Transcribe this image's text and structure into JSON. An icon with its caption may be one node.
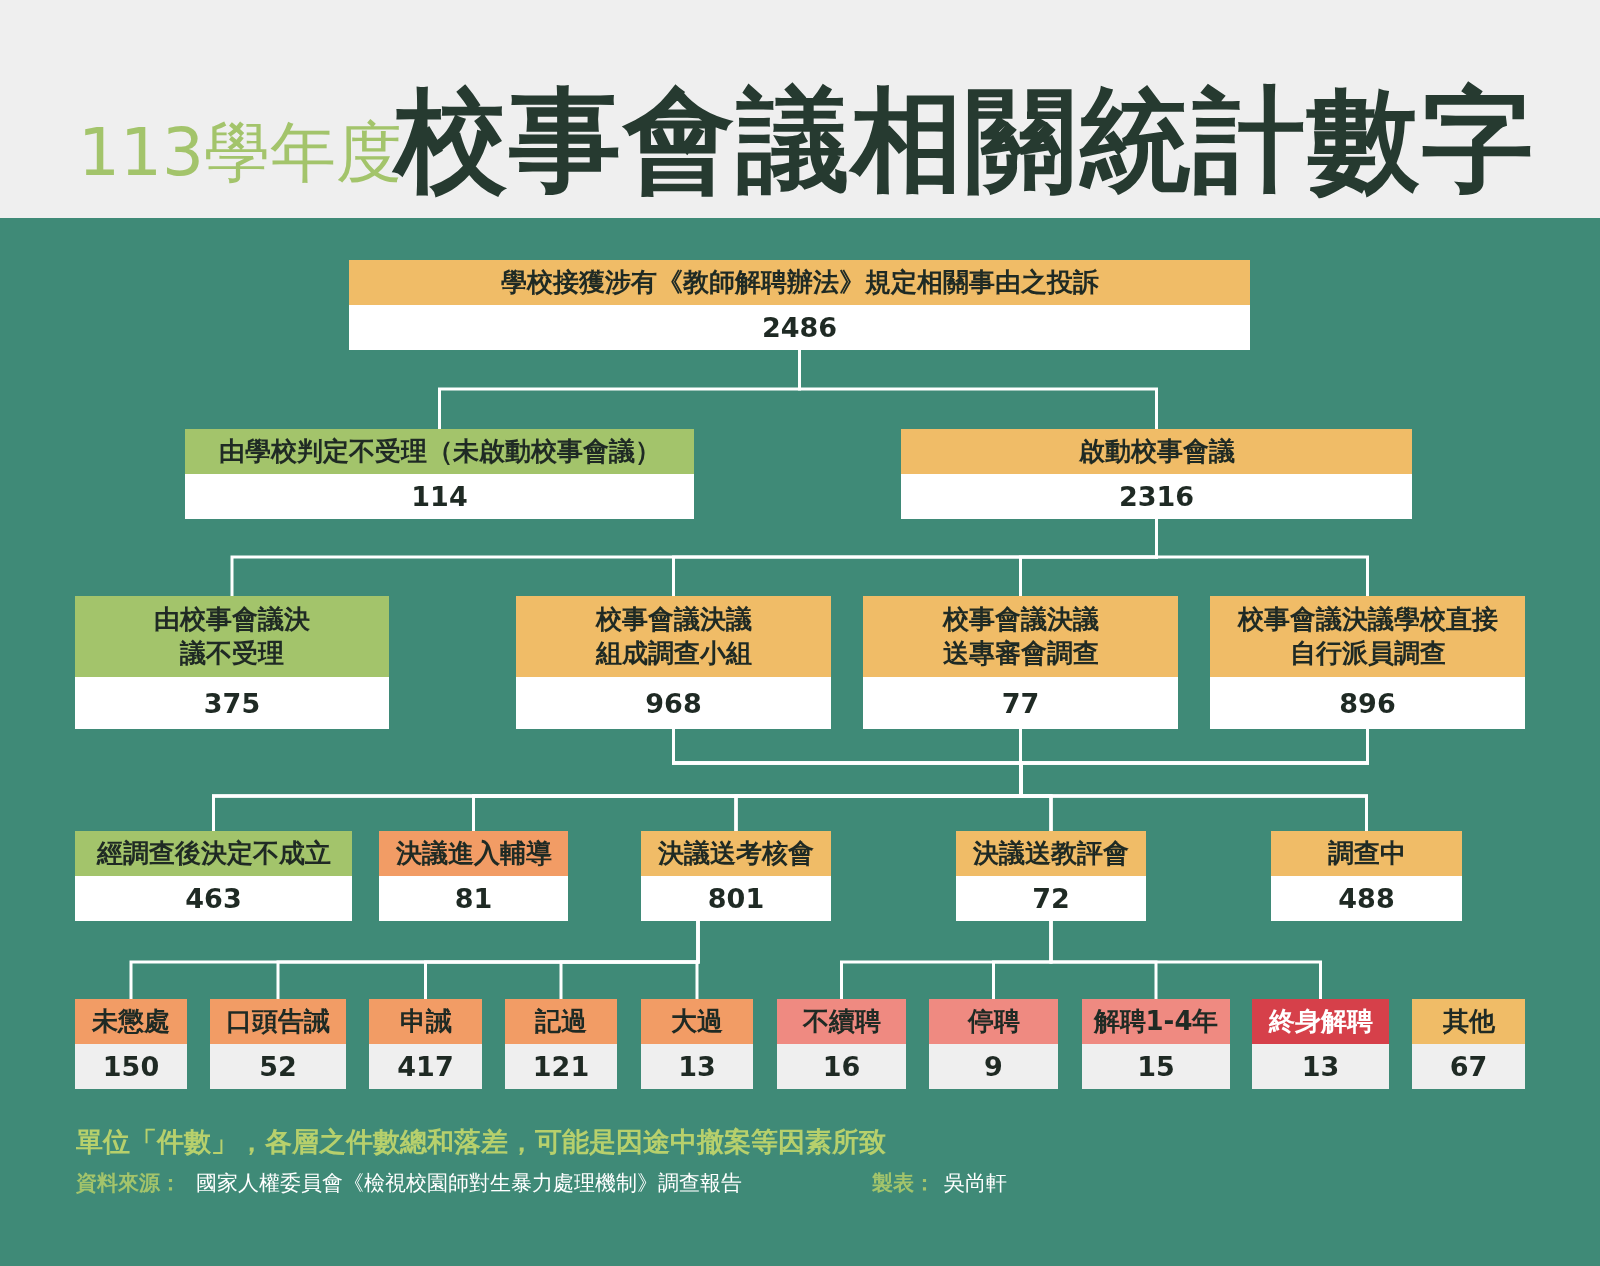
{
  "diagram": {
    "title": "校事會議相關統計數字",
    "nodes": [
      {
        "text": [
          "學校接獲涉有《教師解聘辦法》規定相關事由之投訴",
          "2486"
        ]
      },
      {
        "text": [
          "由學校判定不受理（未啟動校事會議）",
          "114"
        ]
      },
      {
        "text": [
          "啟動校事會議",
          "2316"
        ]
      },
      {
        "text": [
          "由校事會議決議不受理",
          "375"
        ]
      },
      {
        "text": [
          "校事會議決議組成調查小組",
          "968"
        ]
      },
      {
        "text": [
          "校事會議決議送專審會調查",
          "77"
        ]
      },
      {
        "text": [
          "校事會議決議學校直接自行派員調查",
          "896"
        ]
      },
      {
        "text": [
          "經調查後決定不成立",
          "463"
        ]
      },
      {
        "text": [
          "決議進入輔導",
          "81"
        ]
      },
      {
        "text": [
          "決議送考核會",
          "801"
        ]
      },
      {
        "text": [
          "決議送教評會",
          "72"
        ]
      },
      {
        "text": [
          "調查中",
          "488"
        ]
      },
      {
        "text": [
          "未懲處",
          "150"
        ]
      },
      {
        "text": [
          "口頭告誡",
          "52"
        ]
      },
      {
        "text": [
          "申誡",
          "417"
        ]
      },
      {
        "text": [
          "記過",
          "121"
        ]
      },
      {
        "text": [
          "大過",
          "13"
        ]
      },
      {
        "text": [
          "不續聘",
          "16"
        ]
      },
      {
        "text": [
          "停聘",
          "9"
        ]
      },
      {
        "text": [
          "解聘1-4年",
          "15"
        ]
      },
      {
        "text": [
          "終身解聘",
          "13"
        ]
      },
      {
        "text": [
          "其他",
          "67"
        ]
      }
    ],
    "edges": [
      {
        "from": 0,
        "to": 1,
        "arrow": "none"
      },
      {
        "from": 0,
        "to": 2,
        "arrow": "none"
      },
      {
        "from": 2,
        "to": 3,
        "arrow": "none"
      },
      {
        "from": 2,
        "to": 4,
        "arrow": "none"
      },
      {
        "from": 2,
        "to": 5,
        "arrow": "none"
      },
      {
        "from": 2,
        "to": 6,
        "arrow": "none"
      },
      {
        "from": 4,
        "to": 7,
        "arrow": "none"
      },
      {
        "from": 4,
        "to": 8,
        "arrow": "none"
      },
      {
        "from": 4,
        "to": 9,
        "arrow": "none"
      },
      {
        "from": 4,
        "to": 10,
        "arrow": "none"
      },
      {
        "from": 4,
        "to": 11,
        "arrow": "none"
      },
      {
        "from": 5,
        "to": 7,
        "arrow": "none"
      },
      {
        "from": 5,
        "to": 8,
        "arrow": "none"
      },
      {
        "from": 5,
        "to": 9,
        "arrow": "none"
      },
      {
        "from": 5,
        "to": 10,
        "arrow": "none"
      },
      {
        "from": 5,
        "to": 11,
        "arrow": "none"
      },
      {
        "from": 6,
        "to": 7,
        "arrow": "none"
      },
      {
        "from": 6,
        "to": 8,
        "arrow": "none"
      },
      {
        "from": 6,
        "to": 9,
        "arrow": "none"
      },
      {
        "from": 6,
        "to": 10,
        "arrow": "none"
      },
      {
        "from": 6,
        "to": 11,
        "arrow": "none"
      },
      {
        "from": 9,
        "to": 12,
        "arrow": "none"
      },
      {
        "from": 9,
        "to": 13,
        "arrow": "none"
      },
      {
        "from": 9,
        "to": 14,
        "arrow": "none"
      },
      {
        "from": 9,
        "to": 15,
        "arrow": "none"
      },
      {
        "from": 9,
        "to": 16,
        "arrow": "none"
      },
      {
        "from": 10,
        "to": 17,
        "arrow": "none"
      },
      {
        "from": 10,
        "to": 18,
        "arrow": "none"
      },
      {
        "from": 10,
        "to": 19,
        "arrow": "none"
      },
      {
        "from": 10,
        "to": 20,
        "arrow": "none"
      }
    ],
    "labels": [
      "113學年度",
      "單位「件數」，各層之件數總和落差，可能是因途中撤案等因素所致",
      "資料來源：",
      "國家人權委員會《檢視校園師對生暴力處理機制》調查報告",
      "製表：",
      "吳尚軒"
    ]
  }
}
